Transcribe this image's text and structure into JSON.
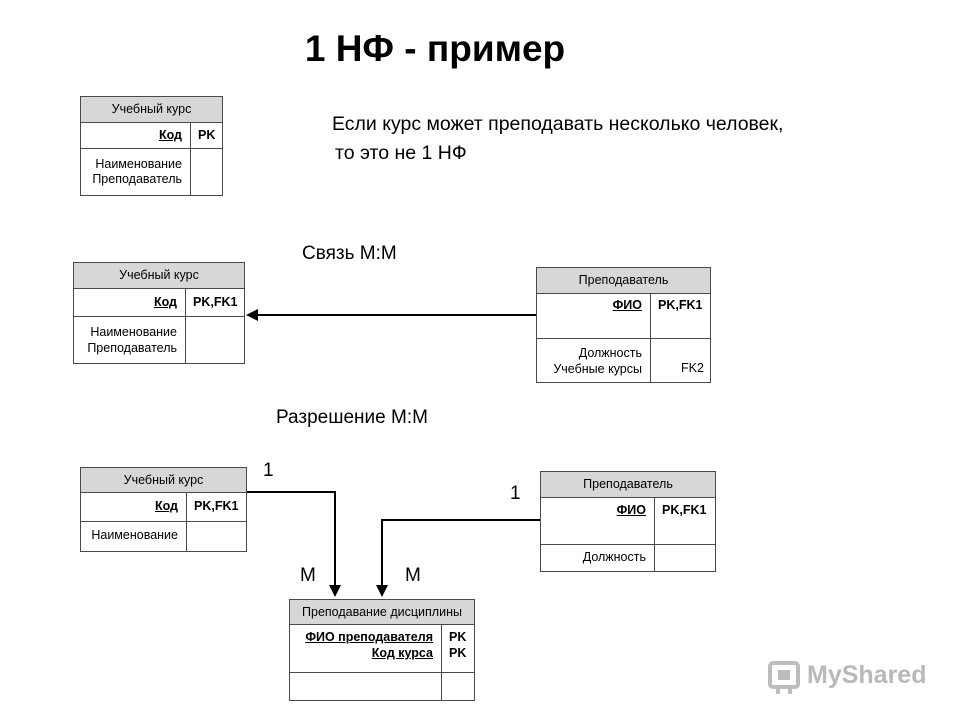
{
  "title": "1 НФ - пример",
  "note": {
    "line1": "Если курс может преподавать несколько человек,",
    "line2": "то это не 1 НФ"
  },
  "section_mm": "Связь М:М",
  "section_resolve": "Разрешение М:М",
  "cardinality": {
    "course_one": "1",
    "teacher_one": "1",
    "course_many": "М",
    "teacher_many": "М"
  },
  "entity1": {
    "name": "Учебный курс",
    "key_field": "Код",
    "key_type": "PK",
    "attrs": "Наименование\nПреподаватель",
    "attr_type": ""
  },
  "entity2_course": {
    "name": "Учебный курс",
    "key_field": "Код",
    "key_type": "PK,FK1",
    "attrs": "Наименование\nПреподаватель",
    "attr_type": ""
  },
  "entity2_teacher": {
    "name": "Преподаватель",
    "key_field": "ФИО",
    "key_type": "PK,FK1",
    "attrs": "Должность\nУчебные курсы",
    "attr_type": "FK2"
  },
  "entity3_course": {
    "name": "Учебный курс",
    "key_field": "Код",
    "key_type": "PK,FK1",
    "attrs": "Наименование",
    "attr_type": ""
  },
  "entity3_teacher": {
    "name": "Преподаватель",
    "key_field": "ФИО",
    "key_type": "PK,FK1",
    "attrs": "Должность",
    "attr_type": ""
  },
  "entity3_link": {
    "name": "Преподавание дисциплины",
    "key_fields": "ФИО преподавателя\nКод курса",
    "key_types": "PK\nPK"
  },
  "watermark": "MyShared"
}
